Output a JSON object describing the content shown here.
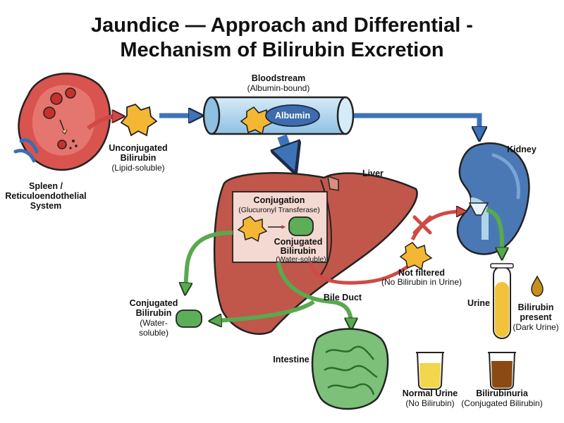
{
  "title": {
    "line1": "Jaundice — Approach and Differential -",
    "line2": "Mechanism of Bilirubin Excretion"
  },
  "labels": {
    "spleen": [
      "Spleen /",
      "Reticuloendothelial",
      "System"
    ],
    "unconjugated": {
      "name": [
        "Unconjugated",
        "Bilirubin"
      ],
      "note": "(Lipid-soluble)"
    },
    "bloodstream": {
      "name": "Bloodstream",
      "note": "(Albumin-bound)"
    },
    "albumin": "Albumin",
    "kidney": "Kidney",
    "liver": "Liver",
    "conjugation": {
      "name": "Conjugation",
      "note": "(Glucuronyl Transferase)"
    },
    "conjugated_in_liver": {
      "name": [
        "Conjugated",
        "Bilirubin"
      ],
      "note": "(Water-soluble)"
    },
    "not_filtered": {
      "name": "Not filtered",
      "note": "(No Bilirubin in Urine)"
    },
    "conjugated_left": {
      "name": [
        "Conjugated",
        "Bilirubin"
      ],
      "note": [
        "(Water-",
        "soluble)"
      ]
    },
    "bile_duct": "Bile Duct",
    "intestine": "Intestine",
    "urine": "Urine",
    "bilirubin_present": {
      "name": [
        "Bilirubin",
        "present"
      ],
      "note": "(Dark Urine)"
    },
    "normal_urine": {
      "name": "Normal Urine",
      "note": "(No Bilirubin)"
    },
    "bilirubinuria": {
      "name": "Bilirubinuria",
      "note": "(Conjugated Bilirubin)"
    }
  },
  "colors": {
    "spleen": "#d9534f",
    "liver": "#c0574a",
    "kidney": "#4a78b5",
    "vessel": "#aed4ec",
    "albumin": "#3e6cae",
    "unconjugated": "#f4b733",
    "conjugated": "#5cae57",
    "arrow_blue": "#3f73b8",
    "arrow_red": "#cf4a45",
    "arrow_green": "#5aa84f",
    "normal_urine": "#f2d64b",
    "dark_urine": "#8a4a12"
  }
}
